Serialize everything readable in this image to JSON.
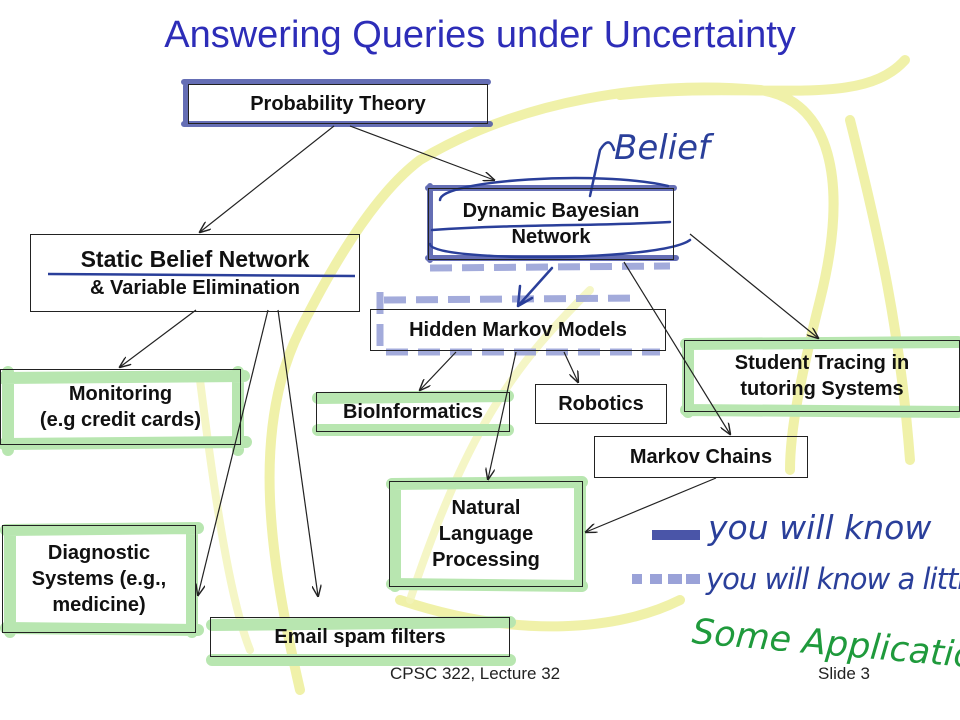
{
  "slide": {
    "title": "Answering Queries under Uncertainty",
    "footer_left": "CPSC 322, Lecture 32",
    "footer_right": "Slide 3"
  },
  "nodes": {
    "probability_theory": "Probability Theory",
    "dynamic_bayesian": [
      "Dynamic Bayesian",
      "Network"
    ],
    "static_belief": [
      "Static Belief Network",
      "& Variable Elimination"
    ],
    "hidden_markov": "Hidden Markov Models",
    "student_tracing": [
      "Student Tracing in",
      "tutoring Systems"
    ],
    "monitoring": [
      "Monitoring",
      "(e.g credit cards)"
    ],
    "bioinformatics": "BioInformatics",
    "robotics": "Robotics",
    "markov_chains": "Markov Chains",
    "nlp": [
      "Natural",
      "Language",
      "Processing"
    ],
    "diagnostic": [
      "Diagnostic",
      "Systems (e.g.,",
      "medicine)"
    ],
    "email_spam": "Email spam filters"
  },
  "handwriting": {
    "belief": "Belief",
    "legend_know": "you will know",
    "legend_know_little": "you will know a little",
    "legend_apps": "Some Applications"
  },
  "colors": {
    "title": "#2d2db8",
    "know_highlight": "#4a55a8",
    "know_a_little_highlight": "#9aa2d8",
    "applications_highlight": "#b8e6b0",
    "legend_green": "#1f9a3c",
    "yellow_outline": "#eef0a0",
    "ink_blue": "#2a3f9a"
  }
}
